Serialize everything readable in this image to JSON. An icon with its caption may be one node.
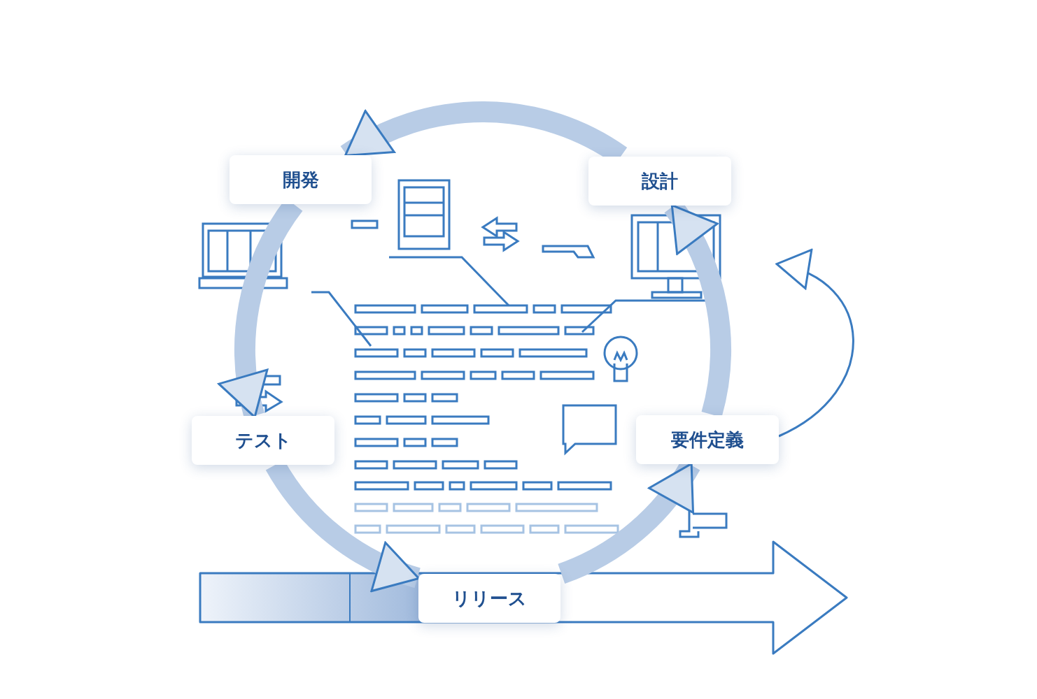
{
  "diagram": {
    "nodes": [
      {
        "text": [
          "開発"
        ]
      },
      {
        "text": [
          "設計"
        ]
      },
      {
        "text": [
          "テスト"
        ]
      },
      {
        "text": [
          "要件定義"
        ]
      },
      {
        "text": [
          "リリース"
        ]
      }
    ],
    "edges": [
      {
        "from": 1,
        "to": 0,
        "arrow": "to"
      },
      {
        "from": 0,
        "to": 2,
        "arrow": "to"
      },
      {
        "from": 2,
        "to": 4,
        "arrow": "to"
      },
      {
        "from": 4,
        "to": 3,
        "arrow": "to"
      },
      {
        "from": 3,
        "to": 1,
        "arrow": "to"
      },
      {
        "from": 3,
        "to": null,
        "arrow": "to",
        "color": "#3a7bc0"
      }
    ]
  }
}
